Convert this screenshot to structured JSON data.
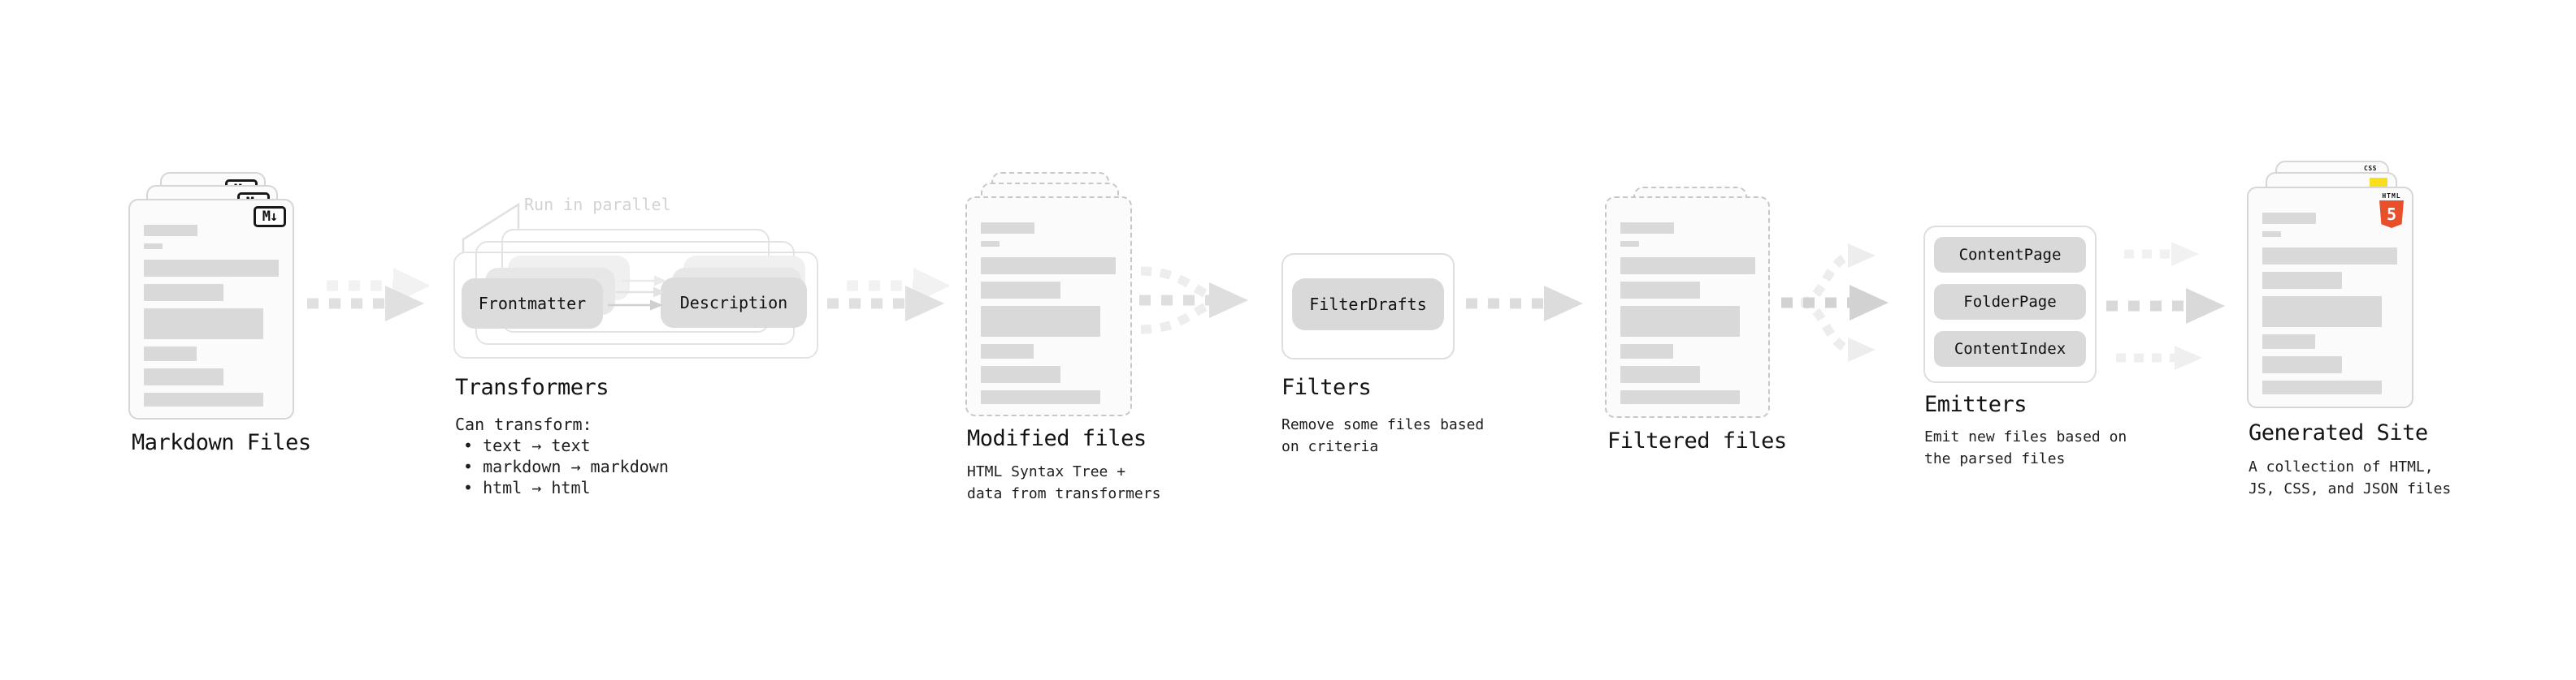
{
  "stages": {
    "markdown": {
      "label": "Markdown Files",
      "badge": "M↓"
    },
    "transformers": {
      "label": "Transformers",
      "callout": "Run in parallel",
      "source_pill": "Frontmatter",
      "target_pill": "Description",
      "desc_title": "Can transform:",
      "bullets": [
        "• text → text",
        "• markdown → markdown",
        "• html → html"
      ]
    },
    "modified": {
      "label": "Modified files",
      "desc": [
        "HTML Syntax Tree +",
        "data from transformers"
      ]
    },
    "filters": {
      "label": "Filters",
      "pill": "FilterDrafts",
      "desc": [
        "Remove some files based",
        "on criteria"
      ]
    },
    "filtered": {
      "label": "Filtered files"
    },
    "emitters": {
      "label": "Emitters",
      "pills": [
        "ContentPage",
        "FolderPage",
        "ContentIndex"
      ],
      "desc": [
        "Emit new files based on",
        "the parsed files"
      ]
    },
    "generated": {
      "label": "Generated Site",
      "desc": [
        "A collection of HTML,",
        "JS, CSS, and JSON files"
      ],
      "css_badge": "CSS",
      "html_badge_word": "HTML",
      "html_badge_number": "5"
    }
  },
  "colors": {
    "html5_orange": "#E8502C",
    "js_yellow": "#F7DF1E",
    "css_blue": "#2563EB"
  }
}
